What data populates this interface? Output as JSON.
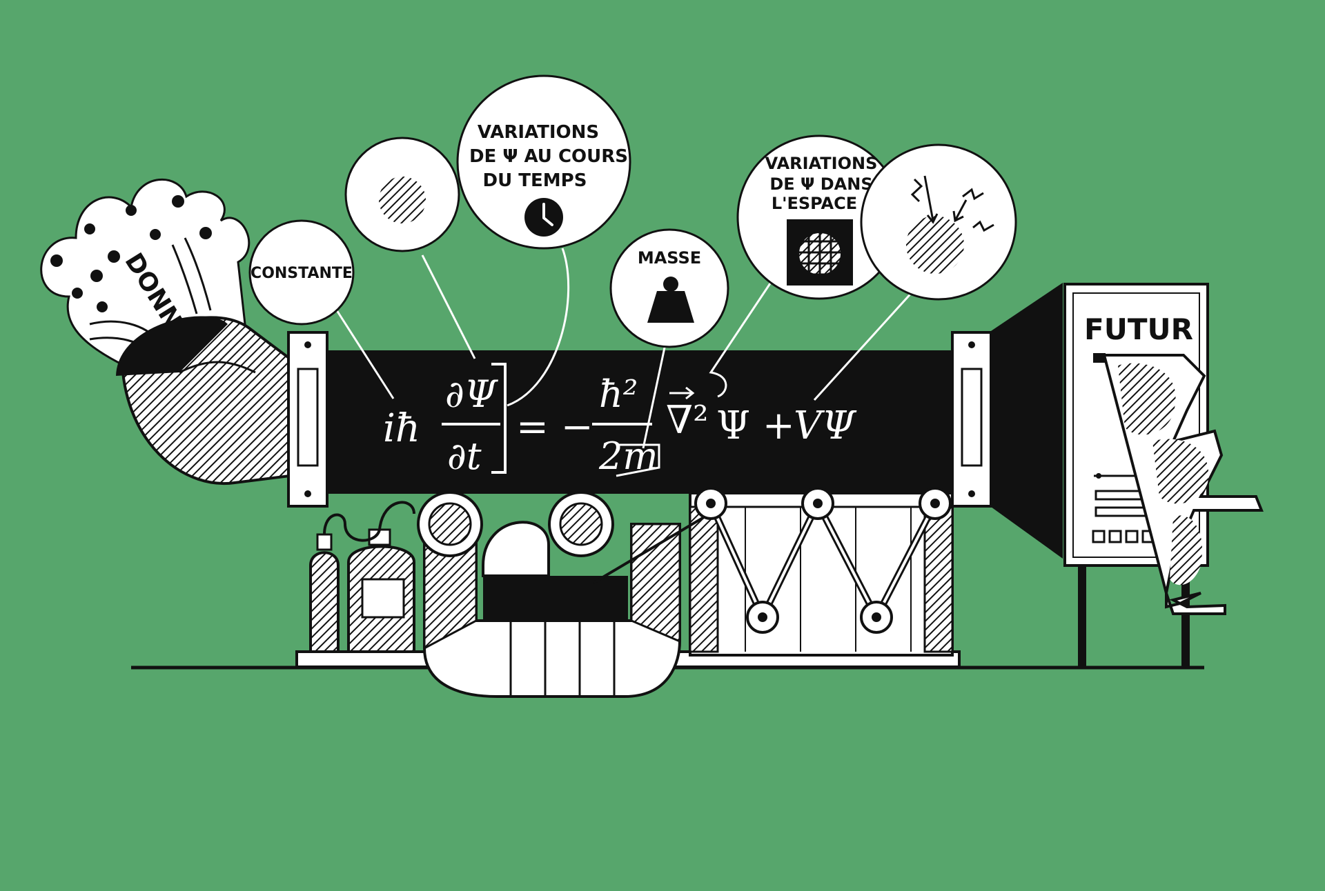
{
  "labels": {
    "data": "DONNÉES",
    "constant": "CONSTANTE",
    "time_line1": "VARIATIONS",
    "time_line2": "DE Ψ AU COURS",
    "time_line3": "DU TEMPS",
    "mass": "MASSE",
    "space_line1": "VARIATIONS",
    "space_line2": "DE Ψ DANS",
    "space_line3": "L'ESPACE",
    "future": "FUTUR"
  },
  "equation": {
    "i_hbar": "iħ",
    "d_psi": "∂Ψ",
    "d_t": "∂t",
    "equals": "= −",
    "hbar_sq": "ħ²",
    "two_m": "2m",
    "nabla_sq": "∇²",
    "psi_plus": "Ψ +",
    "v_psi": "VΨ"
  },
  "icons": {
    "time": "clock-icon",
    "mass": "weight-icon",
    "space": "grid-icon",
    "forces": "arrows-icon"
  },
  "colors": {
    "background": "#57a66c",
    "ink": "#111111",
    "paper": "#ffffff"
  }
}
